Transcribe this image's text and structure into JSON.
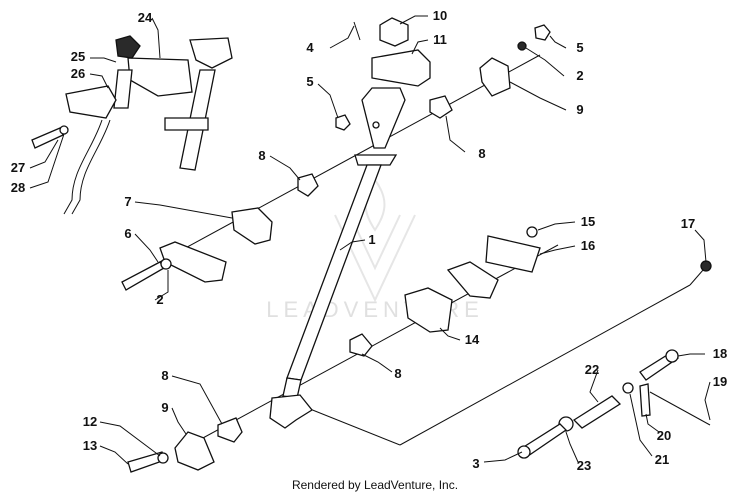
{
  "watermark": {
    "text": "LEADVENTURE"
  },
  "credit": "Rendered by LeadVenture, Inc.",
  "callouts": {
    "c1": "1",
    "c2a": "2",
    "c2b": "2",
    "c3": "3",
    "c4": "4",
    "c5a": "5",
    "c5b": "5",
    "c6": "6",
    "c7": "7",
    "c8a": "8",
    "c8b": "8",
    "c8c": "8",
    "c8d": "8",
    "c9a": "9",
    "c9b": "9",
    "c10": "10",
    "c11": "11",
    "c12": "12",
    "c13": "13",
    "c14": "14",
    "c15": "15",
    "c16": "16",
    "c17": "17",
    "c18": "18",
    "c19": "19",
    "c20": "20",
    "c21": "21",
    "c22": "22",
    "c23": "23",
    "c24": "24",
    "c25": "25",
    "c26": "26",
    "c27": "27",
    "c28": "28"
  }
}
